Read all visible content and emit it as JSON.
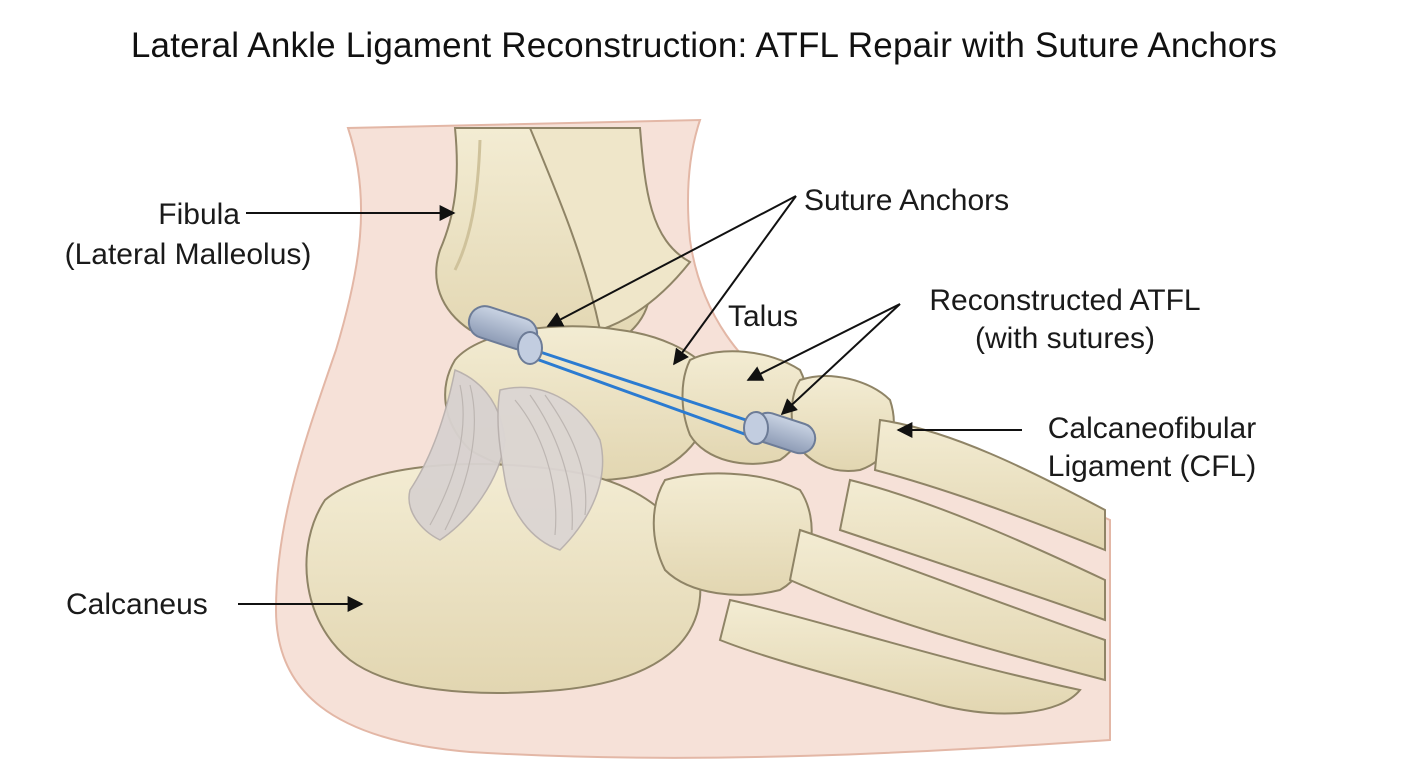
{
  "title": "Lateral Ankle Ligament Reconstruction: ATFL Repair with Suture Anchors",
  "labels": {
    "fibula": {
      "line1": "Fibula",
      "line2": "(Lateral Malleolus)"
    },
    "calcaneus": {
      "line1": "Calcaneus"
    },
    "suture_anchors": {
      "line1": "Suture Anchors"
    },
    "talus": {
      "line1": "Talus"
    },
    "atfl": {
      "line1": "Reconstructed ATFL",
      "line2": "(with sutures)"
    },
    "cfl": {
      "line1": "Calcaneofibular",
      "line2": "Ligament (CFL)"
    }
  },
  "colors": {
    "skin": "#f6e1d8",
    "skin_outline": "#e3b7a6",
    "bone": "#ebe2c4",
    "bone_outline": "#8f8466",
    "ligament": "#d8d2d0",
    "anchor": "#a9b6cc",
    "suture": "#2b7bd1",
    "arrow": "#111111"
  }
}
